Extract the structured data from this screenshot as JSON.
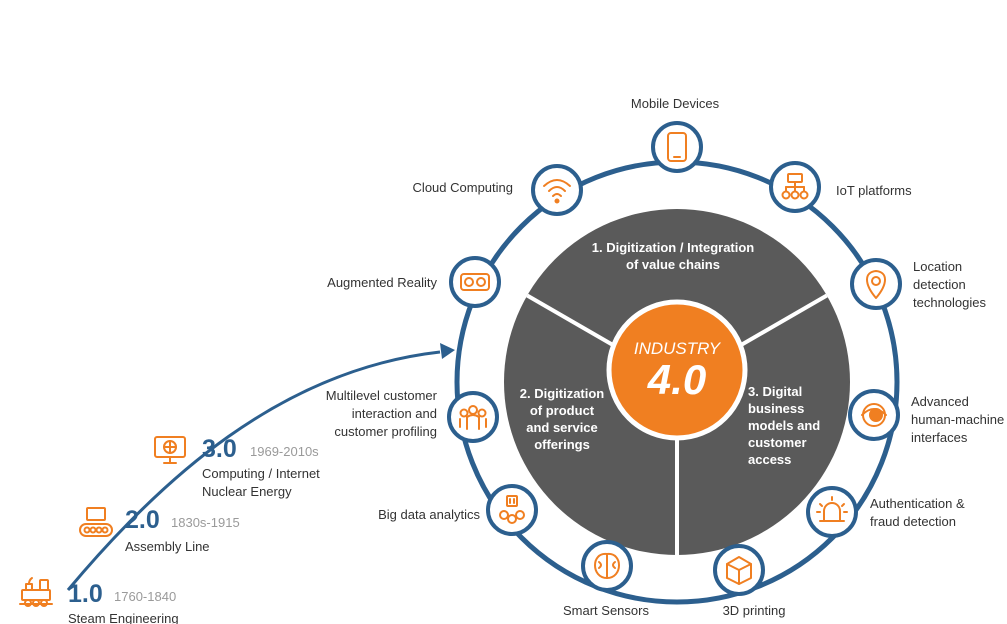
{
  "center": {
    "top": "INDUSTRY",
    "big": "4.0"
  },
  "segments": [
    {
      "lines": [
        "1. Digitization / Integration",
        "of value chains"
      ]
    },
    {
      "lines": [
        "2. Digitization",
        "of product",
        "and service",
        "offerings"
      ]
    },
    {
      "lines": [
        "3. Digital",
        "business",
        "models and",
        "customer",
        "access"
      ]
    }
  ],
  "ring_items": [
    {
      "label_lines": [
        "Mobile Devices"
      ],
      "icon": "tablet-icon"
    },
    {
      "label_lines": [
        "IoT platforms"
      ],
      "icon": "network-icon"
    },
    {
      "label_lines": [
        "Location",
        "detection",
        "technologies"
      ],
      "icon": "location-pin-icon"
    },
    {
      "label_lines": [
        "Advanced",
        "human-machine",
        "interfaces"
      ],
      "icon": "eye-icon"
    },
    {
      "label_lines": [
        "Authentication &",
        "fraud detection"
      ],
      "icon": "alarm-icon"
    },
    {
      "label_lines": [
        "3D printing"
      ],
      "icon": "cube-icon"
    },
    {
      "label_lines": [
        "Smart Sensors"
      ],
      "icon": "brain-icon"
    },
    {
      "label_lines": [
        "Big data analytics"
      ],
      "icon": "data-icon"
    },
    {
      "label_lines": [
        "Multilevel customer",
        "interaction and",
        "customer profiling"
      ],
      "icon": "people-icon"
    },
    {
      "label_lines": [
        "Augmented Reality"
      ],
      "icon": "vr-goggles-icon"
    },
    {
      "label_lines": [
        "Cloud Computing"
      ],
      "icon": "wifi-icon"
    }
  ],
  "timeline": [
    {
      "version": "1.0",
      "years": "1760-1840",
      "lines": [
        "Steam Engineering"
      ],
      "icon": "train-icon"
    },
    {
      "version": "2.0",
      "years": "1830s-1915",
      "lines": [
        "Assembly Line"
      ],
      "icon": "conveyor-icon"
    },
    {
      "version": "3.0",
      "years": "1969-2010s",
      "lines": [
        "Computing / Internet",
        "Nuclear Energy"
      ],
      "icon": "computer-icon"
    }
  ],
  "colors": {
    "accent": "#f07f21",
    "blue": "#2c5f8e",
    "segment": "#5a5a5a",
    "label": "#333333",
    "years": "#9a9a9a"
  }
}
